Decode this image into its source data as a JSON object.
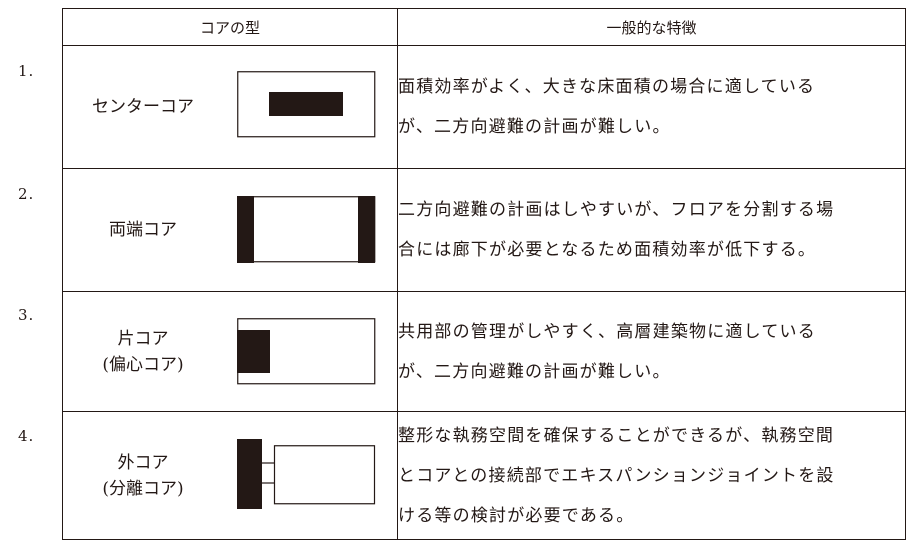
{
  "header": {
    "col_type": "コアの型",
    "col_features": "一般的な特徴"
  },
  "rows": [
    {
      "num": "1.",
      "name_lines": [
        "センターコア"
      ],
      "desc_lines": [
        "面積効率がよく、大きな床面積の場合に適している",
        "が、二方向避難の計画が難しい。"
      ]
    },
    {
      "num": "2.",
      "name_lines": [
        "両端コア"
      ],
      "desc_lines": [
        "二方向避難の計画はしやすいが、フロアを分割する場",
        "合には廊下が必要となるため面積効率が低下する。"
      ]
    },
    {
      "num": "3.",
      "name_lines": [
        "片コア",
        "(偏心コア)"
      ],
      "desc_lines": [
        "共用部の管理がしやすく、高層建築物に適している",
        "が、二方向避難の計画が難しい。"
      ]
    },
    {
      "num": "4.",
      "name_lines": [
        "外コア",
        "(分離コア)"
      ],
      "desc_lines": [
        "整形な執務空間を確保することができるが、執務空間",
        "とコアとの接続部でエキスパンションジョイントを設",
        "ける等の検討が必要である。"
      ]
    }
  ],
  "colors": {
    "ink": "#231815",
    "paper": "#ffffff"
  }
}
